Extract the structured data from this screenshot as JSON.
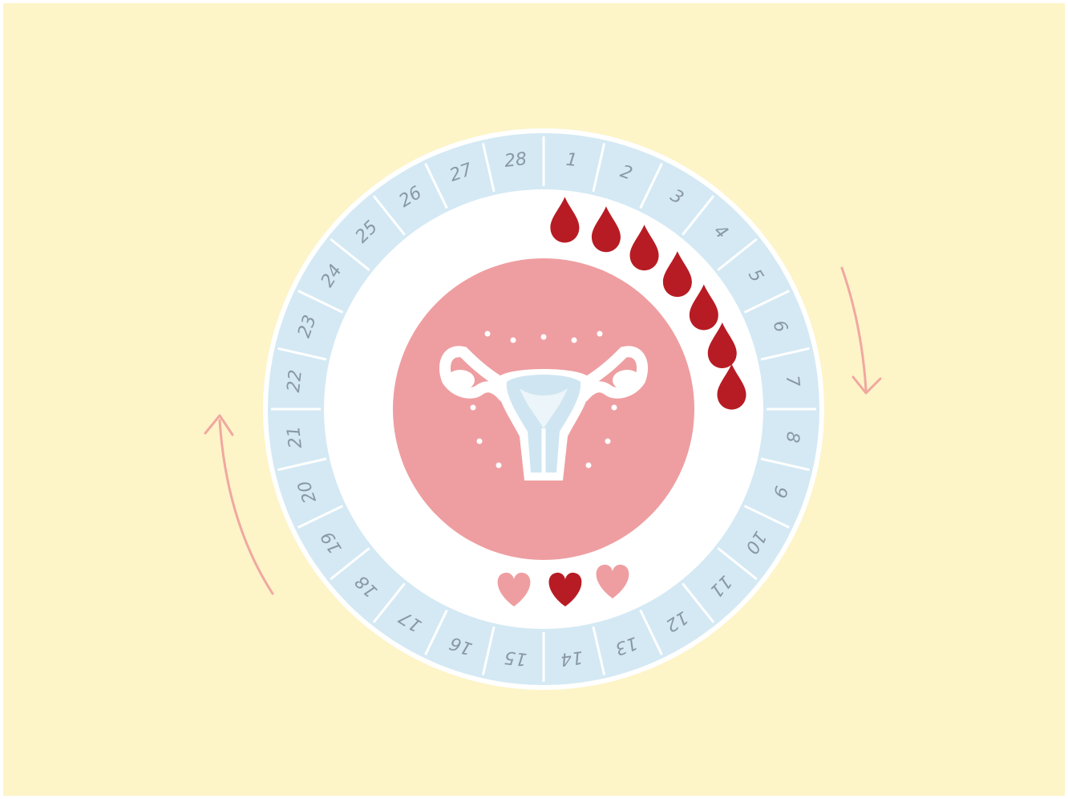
{
  "days": [
    "1",
    "2",
    "3",
    "4",
    "5",
    "6",
    "7",
    "8",
    "9",
    "10",
    "11",
    "12",
    "13",
    "14",
    "15",
    "16",
    "17",
    "18",
    "19",
    "20",
    "21",
    "22",
    "23",
    "24",
    "25",
    "26",
    "27",
    "28"
  ],
  "menstruation_days": 7,
  "fertile_markers": [
    "light",
    "dark",
    "light"
  ],
  "colors": {
    "background": "#fdf4c8",
    "ring": "#d4e9f4",
    "ring_divider": "#ffffff",
    "inner_field": "#ffffff",
    "center_disc": "#ee9ea1",
    "drop": "#b71c24",
    "heart_light": "#ee9ea1",
    "heart_dark": "#b71c24",
    "uterus": "#ffffff",
    "uterus_fill": "#cfe6f2",
    "arrow": "#f0a8a0",
    "day_text": "#8a98a4"
  },
  "icons": {
    "center": "uterus-icon",
    "drop": "blood-drop-icon",
    "heart": "heart-icon",
    "arrow": "cycle-arrow-icon"
  }
}
